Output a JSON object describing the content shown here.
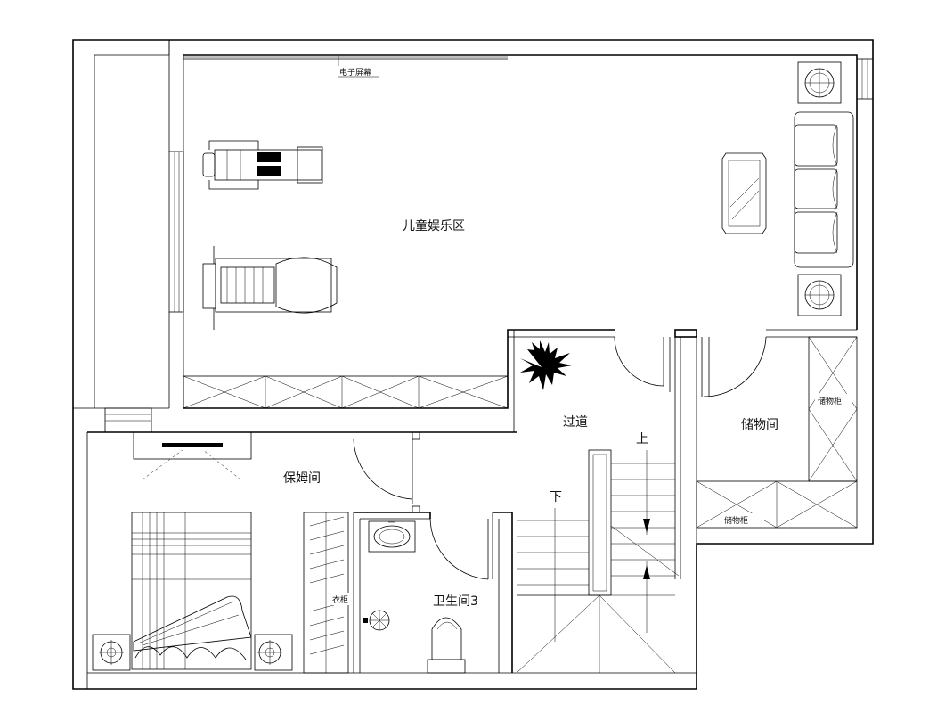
{
  "rooms": {
    "children_play": "儿童娱乐区",
    "corridor": "过道",
    "nanny_room": "保姆间",
    "bathroom": "卫生间3",
    "storage_room": "储物间"
  },
  "fixtures": {
    "screen": "电子屏幕",
    "wardrobe": "衣柜",
    "storage_cabinet_right": "储物柜",
    "storage_cabinet_bottom": "储物柜"
  },
  "stairs": {
    "up": "上",
    "down": "下"
  }
}
